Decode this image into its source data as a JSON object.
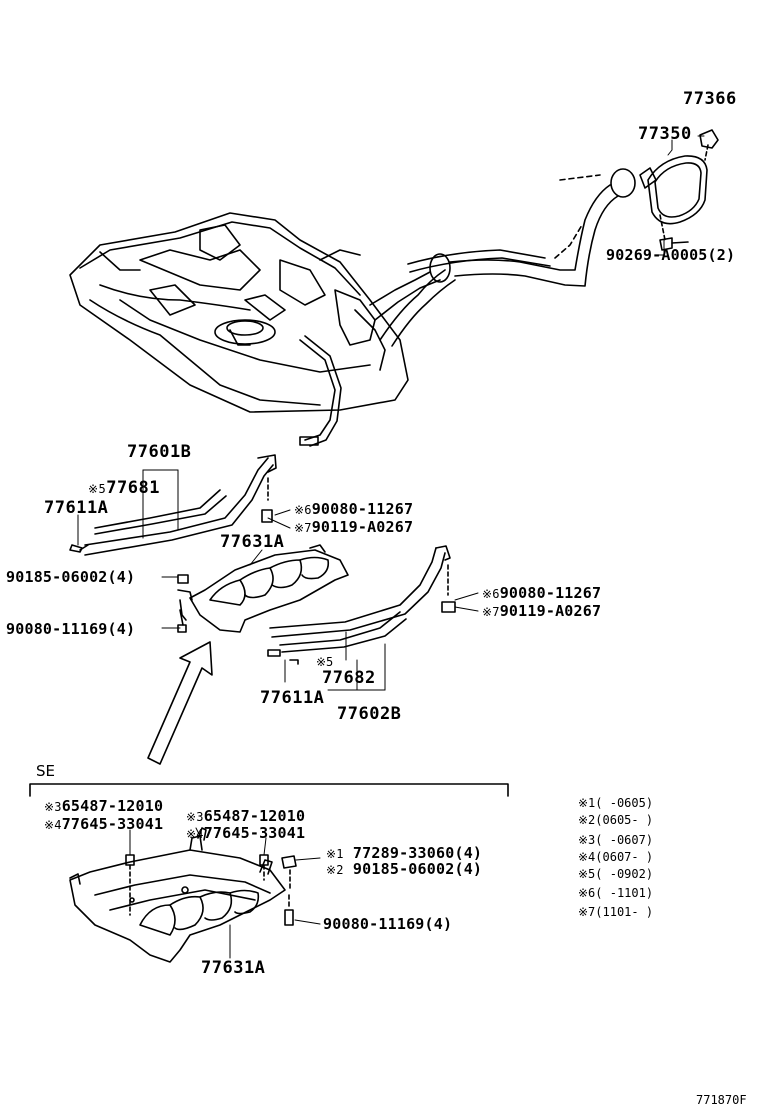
{
  "parts": {
    "p77366": "77366",
    "p77350": "77350",
    "p90269": "90269-A0005(2)",
    "p77601B": "77601B",
    "p77681_mark": "※5",
    "p77681": "77681",
    "p77611A_top": "77611A",
    "p90080_11267_top_mark": "※6",
    "p90080_11267_top": "90080-11267",
    "p90119_top_mark": "※7",
    "p90119_top": "90119-A0267",
    "p77631A_top": "77631A",
    "p90185_left": "90185-06002(4)",
    "p90080_11169_left": "90080-11169(4)",
    "p90080_11267_right_mark": "※6",
    "p90080_11267_right": "90080-11267",
    "p90119_right_mark": "※7",
    "p90119_right": "90119-A0267",
    "p77682_mark": "※5",
    "p77682": "77682",
    "p77611A_bottom": "77611A",
    "p77602B": "77602B"
  },
  "se_section": {
    "title": "SE",
    "l1_mark": "※3",
    "l1": "65487-12010",
    "l2_mark": "※4",
    "l2": "77645-33041",
    "r1_mark": "※3",
    "r1": "65487-12010",
    "r2_mark": "※4",
    "r2": "77645-33041",
    "s1_mark": "※1",
    "s1": "77289-33060(4)",
    "s2_mark": "※2",
    "s2": "90185-06002(4)",
    "bolt": "90080-11169(4)",
    "shield": "77631A"
  },
  "notes": [
    "※1(      -0605)",
    "※2(0605-      )",
    "※3(      -0607)",
    "※4(0607-      )",
    "※5(   -0902)",
    "※6(   -1101)",
    "※7(1101-   )"
  ],
  "diagram_code": "771870F"
}
